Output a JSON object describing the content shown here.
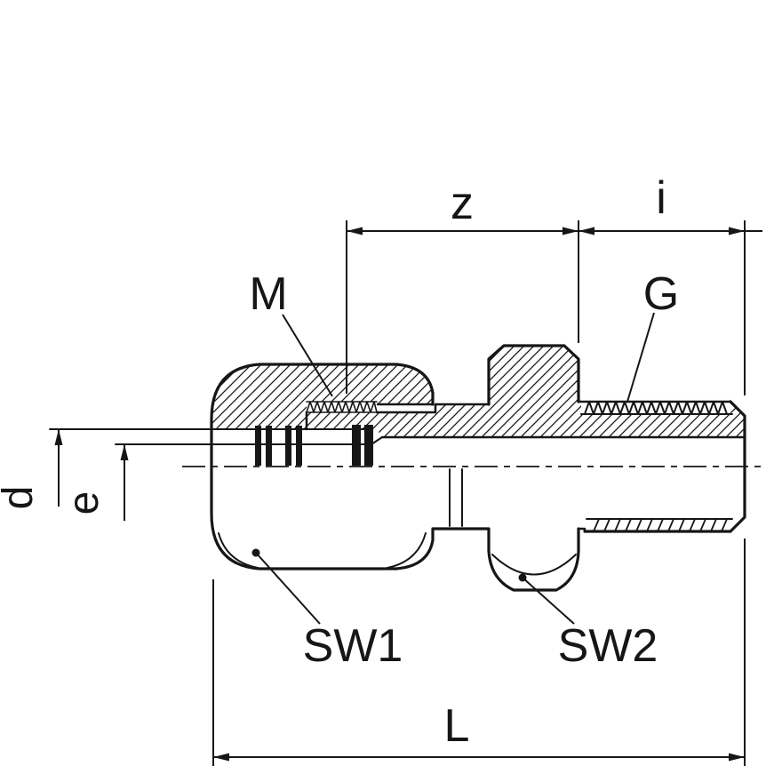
{
  "drawing": {
    "background_color": "#ffffff",
    "line_color": "#161616",
    "labels": {
      "z": "z",
      "i": "i",
      "m_thread": "M",
      "g_thread": "G",
      "tube_diameter": "d",
      "bore_diameter": "e",
      "wrench_size_1": "SW1",
      "wrench_size_2": "SW2",
      "overall_length": "L"
    }
  }
}
